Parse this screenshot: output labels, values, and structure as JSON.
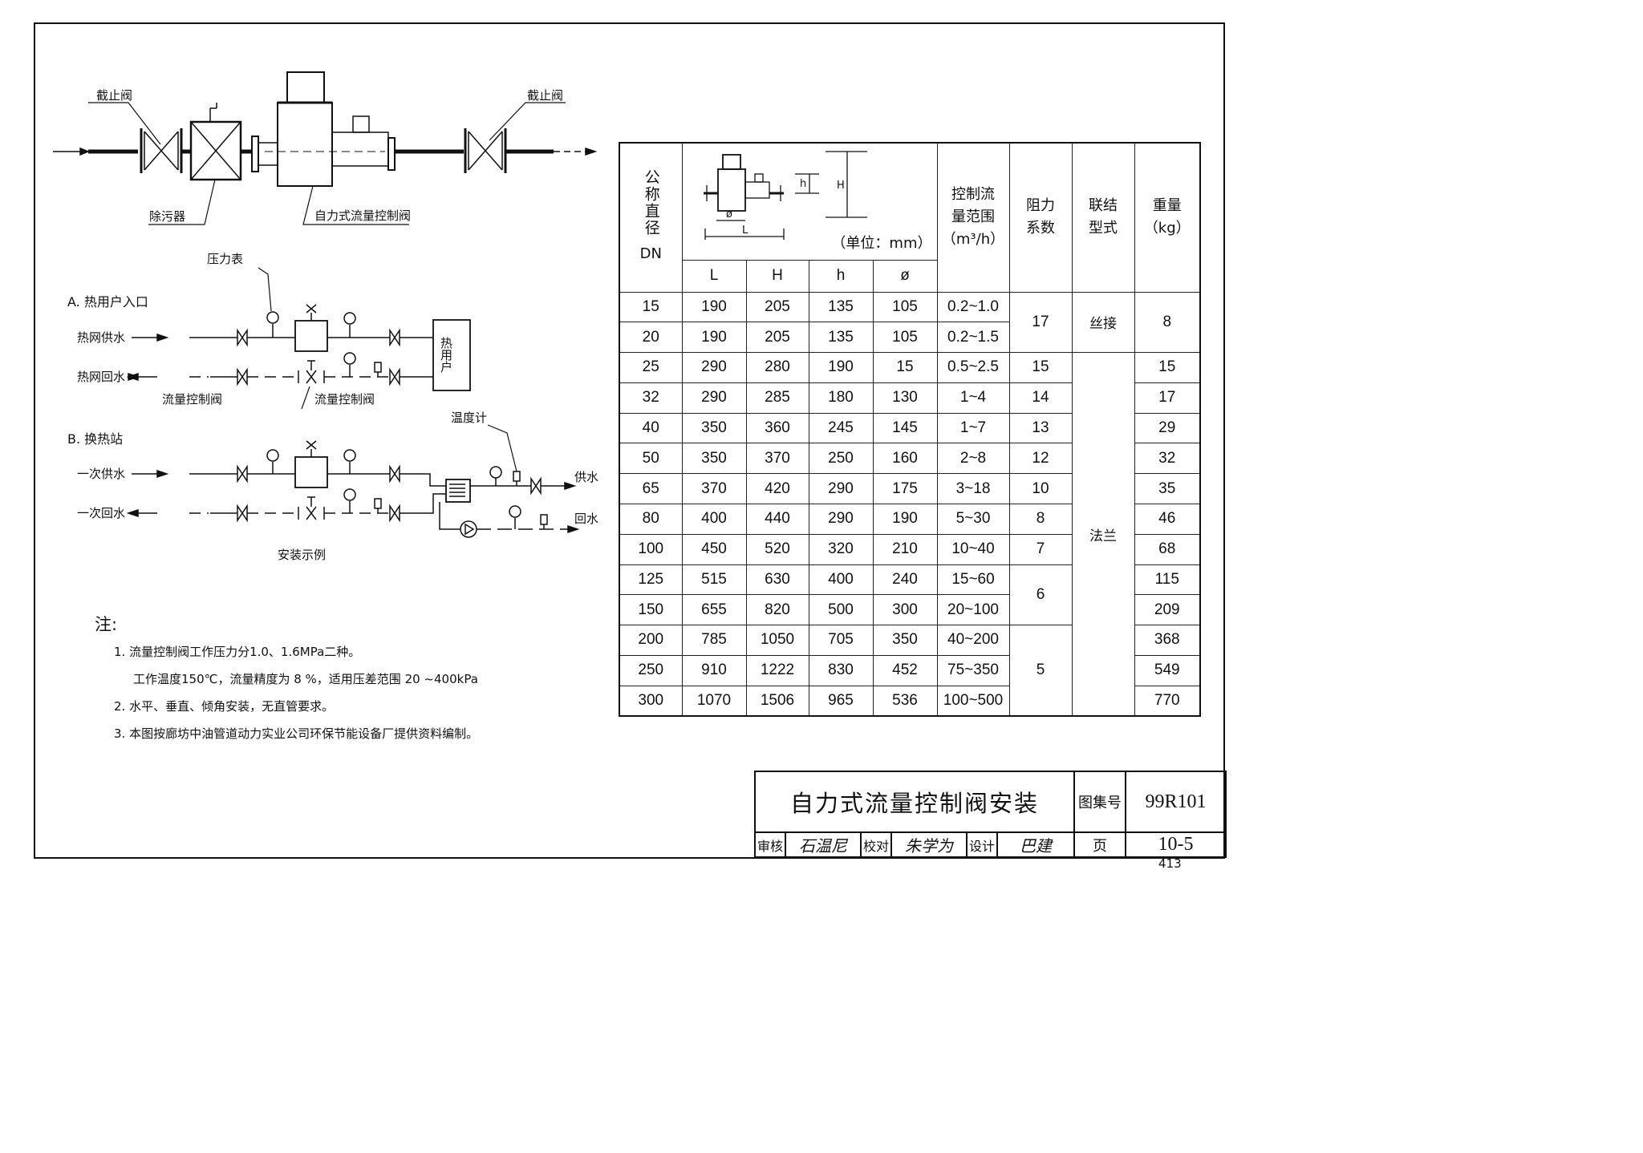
{
  "diagram": {
    "top": {
      "valve_left": "截止阀",
      "valve_right": "截止阀",
      "strainer": "除污器",
      "control_valve": "自力式流量控制阀"
    },
    "section_a": {
      "title": "A. 热用户入口",
      "supply": "热网供水",
      "return": "热网回水",
      "pressure_gauge": "压力表",
      "flow_valve_left": "流量控制阀",
      "flow_valve_mid": "流量控制阀",
      "user_box": "热用户"
    },
    "section_b": {
      "title": "B. 换热站",
      "primary_supply": "一次供水",
      "primary_return": "一次回水",
      "thermometer": "温度计",
      "supply_out": "供水",
      "return_in": "回水"
    },
    "caption": "安装示例"
  },
  "table": {
    "headers": {
      "dn": "公称直径",
      "dn_sub": "DN",
      "unit": "（单位：mm）",
      "dim_labels": {
        "h": "h",
        "H": "H",
        "phi": "ø",
        "L": "L"
      },
      "L": "L",
      "H": "H",
      "h": "h",
      "phi": "ø",
      "flow_1": "控制流",
      "flow_2": "量范围",
      "flow_3": "（m³/h）",
      "resist_1": "阻力",
      "resist_2": "系数",
      "conn_1": "联结",
      "conn_2": "型式",
      "weight_1": "重量",
      "weight_2": "（kg）"
    },
    "rows": [
      {
        "dn": "15",
        "L": "190",
        "H": "205",
        "h": "135",
        "phi": "105",
        "flow": "0.2~1.0"
      },
      {
        "dn": "20",
        "L": "190",
        "H": "205",
        "h": "135",
        "phi": "105",
        "flow": "0.2~1.5"
      },
      {
        "dn": "25",
        "L": "290",
        "H": "280",
        "h": "190",
        "phi": "15",
        "flow": "0.5~2.5"
      },
      {
        "dn": "32",
        "L": "290",
        "H": "285",
        "h": "180",
        "phi": "130",
        "flow": "1~4"
      },
      {
        "dn": "40",
        "L": "350",
        "H": "360",
        "h": "245",
        "phi": "145",
        "flow": "1~7"
      },
      {
        "dn": "50",
        "L": "350",
        "H": "370",
        "h": "250",
        "phi": "160",
        "flow": "2~8"
      },
      {
        "dn": "65",
        "L": "370",
        "H": "420",
        "h": "290",
        "phi": "175",
        "flow": "3~18"
      },
      {
        "dn": "80",
        "L": "400",
        "H": "440",
        "h": "290",
        "phi": "190",
        "flow": "5~30"
      },
      {
        "dn": "100",
        "L": "450",
        "H": "520",
        "h": "320",
        "phi": "210",
        "flow": "10~40"
      },
      {
        "dn": "125",
        "L": "515",
        "H": "630",
        "h": "400",
        "phi": "240",
        "flow": "15~60"
      },
      {
        "dn": "150",
        "L": "655",
        "H": "820",
        "h": "500",
        "phi": "300",
        "flow": "20~100"
      },
      {
        "dn": "200",
        "L": "785",
        "H": "1050",
        "h": "705",
        "phi": "350",
        "flow": "40~200"
      },
      {
        "dn": "250",
        "L": "910",
        "H": "1222",
        "h": "830",
        "phi": "452",
        "flow": "75~350"
      },
      {
        "dn": "300",
        "L": "1070",
        "H": "1506",
        "h": "965",
        "phi": "536",
        "flow": "100~500"
      }
    ],
    "resistance": [
      "17",
      "15",
      "14",
      "13",
      "12",
      "10",
      "8",
      "7",
      "6",
      "5"
    ],
    "connection": [
      "丝接",
      "法兰"
    ],
    "weight": [
      "8",
      "15",
      "17",
      "29",
      "32",
      "35",
      "46",
      "68",
      "115",
      "209",
      "368",
      "549",
      "770"
    ]
  },
  "notes": {
    "title": "注:",
    "n1": "1. 流量控制阀工作压力分1.0、1.6MPa二种。",
    "n1b": "工作温度150℃，流量精度为 8 %，适用压差范围 20 ~400kPa",
    "n2": "2. 水平、垂直、倾角安装，无直管要求。",
    "n3": "3. 本图按廊坊中油管道动力实业公司环保节能设备厂提供资料编制。"
  },
  "title_block": {
    "title": "自力式流量控制阀安装",
    "atlas_label": "图集号",
    "atlas_no": "99R101",
    "review_label": "审核",
    "review_sig": "石温尼",
    "check_label": "校对",
    "check_sig": "朱学为",
    "design_label": "设计",
    "design_sig": "巴建",
    "page_label": "页",
    "page_no": "10-5"
  },
  "sheet_number": "413"
}
